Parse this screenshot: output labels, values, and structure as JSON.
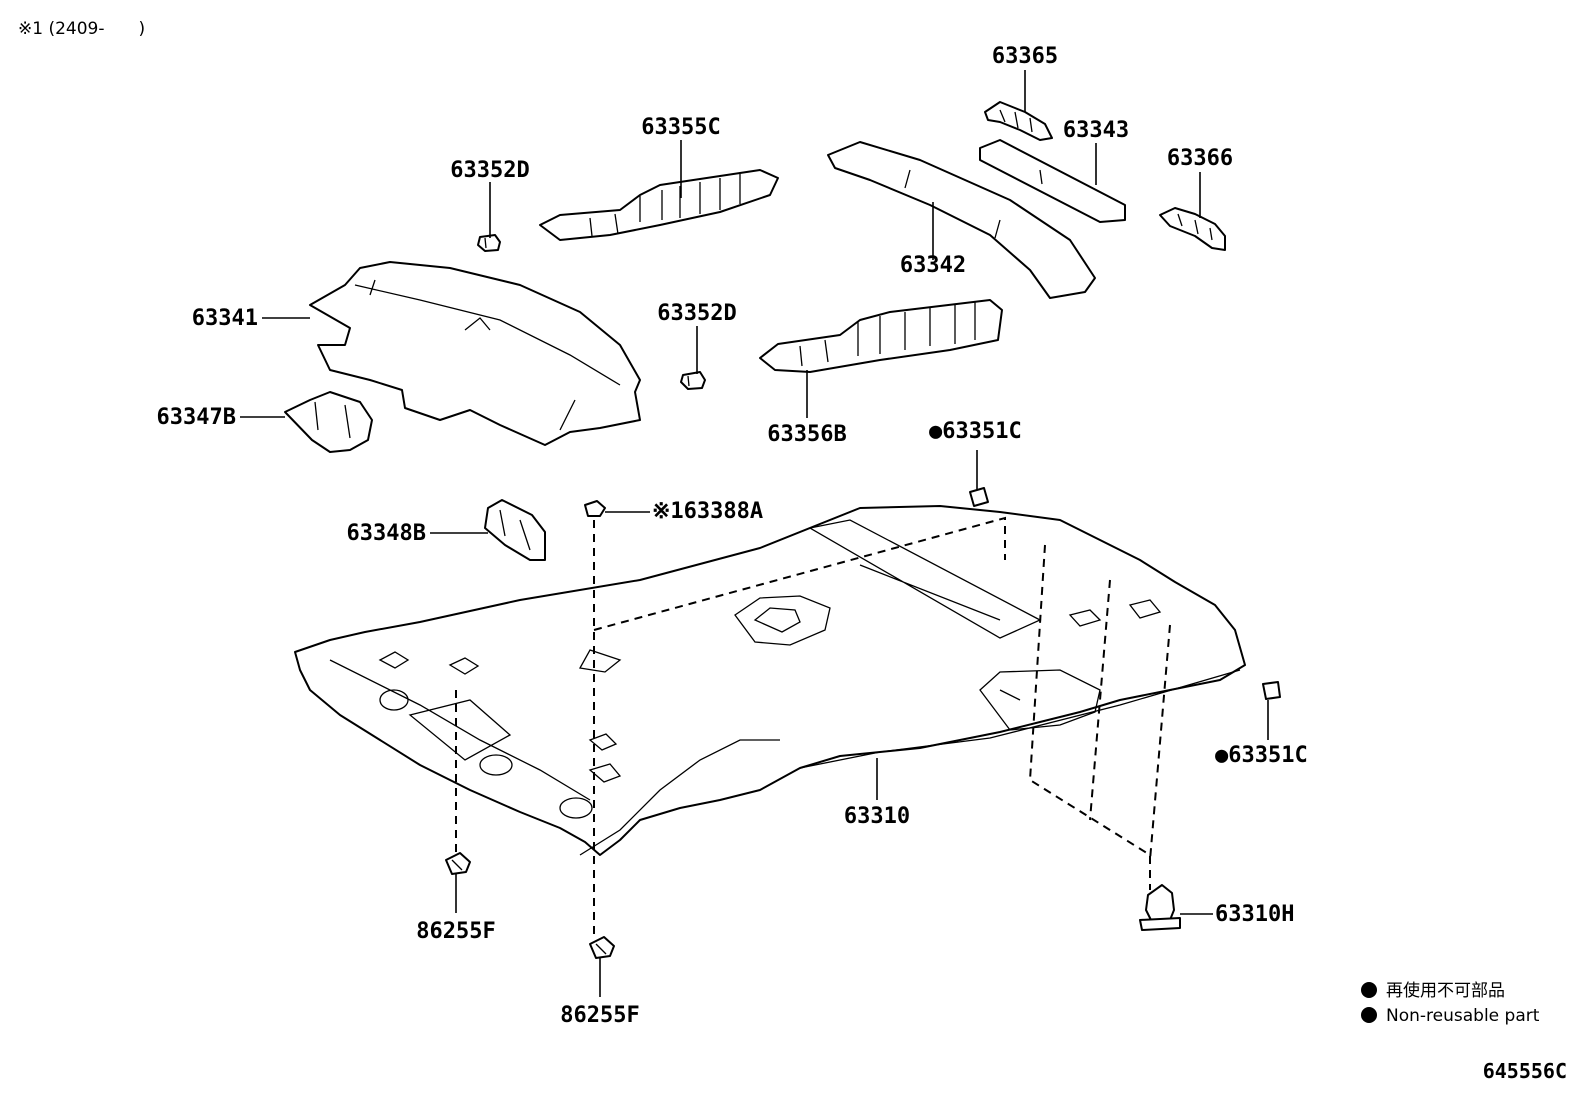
{
  "header_note": "※1 (2409-　　)",
  "drawing_number": "645556C",
  "labels": {
    "p63365": "63365",
    "p63343": "63343",
    "p63366": "63366",
    "p63355C": "63355C",
    "p63352D_top": "63352D",
    "p63342": "63342",
    "p63341": "63341",
    "p63352D_mid": "63352D",
    "p63347B": "63347B",
    "p63356B": "63356B",
    "p63351C_top": "●63351C",
    "p63388A": "※163388A",
    "p63348B": "63348B",
    "p63351C_right": "●63351C",
    "p63310": "63310",
    "p63310H": "63310H",
    "p86255F_left": "86255F",
    "p86255F_bottom": "86255F"
  },
  "legend": {
    "jp": "再使用不可部品",
    "en": "Non-reusable part"
  }
}
